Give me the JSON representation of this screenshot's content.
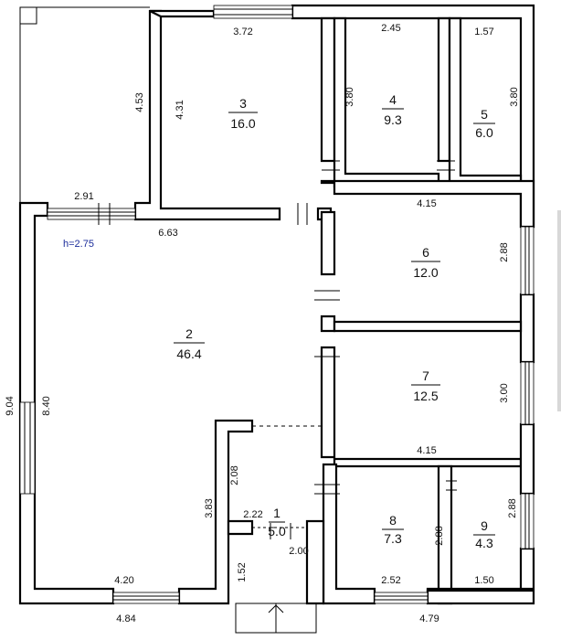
{
  "ceiling_height": "h=2.75",
  "rooms": [
    {
      "num": "1",
      "area": "5.0"
    },
    {
      "num": "2",
      "area": "46.4"
    },
    {
      "num": "3",
      "area": "16.0"
    },
    {
      "num": "4",
      "area": "9.3"
    },
    {
      "num": "5",
      "area": "6.0"
    },
    {
      "num": "6",
      "area": "12.0"
    },
    {
      "num": "7",
      "area": "12.5"
    },
    {
      "num": "8",
      "area": "7.3"
    },
    {
      "num": "9",
      "area": "4.3"
    }
  ],
  "dims": {
    "d_3_72": "3.72",
    "d_2_45": "2.45",
    "d_1_57": "1.57",
    "d_4_53": "4.53",
    "d_4_31": "4.31",
    "d_3_80_a": "3.80",
    "d_3_80_b": "3.80",
    "d_2_91": "2.91",
    "d_6_63": "6.63",
    "d_4_15_a": "4.15",
    "d_2_88_a": "2.88",
    "d_3_00": "3.00",
    "d_4_15_b": "4.15",
    "d_9_04": "9.04",
    "d_8_40": "8.40",
    "d_2_08": "2.08",
    "d_3_83": "3.83",
    "d_2_22": "2.22",
    "d_2_00": "2.00",
    "d_1_52": "1.52",
    "d_2_88_b": "2.88",
    "d_2_88_c": "2.88",
    "d_4_20": "4.20",
    "d_4_84": "4.84",
    "d_2_52": "2.52",
    "d_1_50": "1.50",
    "d_4_79": "4.79"
  }
}
